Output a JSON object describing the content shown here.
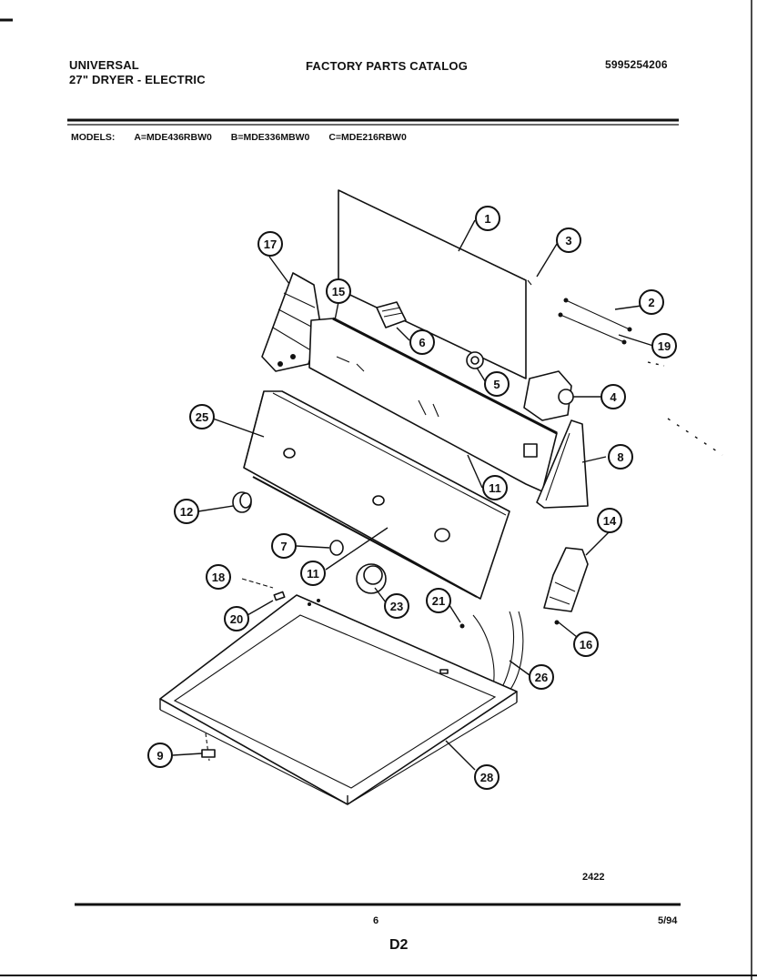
{
  "header": {
    "brand": "UNIVERSAL",
    "product": "27\" DRYER - ELECTRIC",
    "catalog_title": "FACTORY PARTS CATALOG",
    "catalog_number": "5995254206"
  },
  "models": {
    "label": "MODELS:",
    "a": "A=MDE436RBW0",
    "b": "B=MDE336MBW0",
    "c": "C=MDE216RBW0"
  },
  "callouts": [
    {
      "id": "c1",
      "label": "1"
    },
    {
      "id": "c2",
      "label": "2"
    },
    {
      "id": "c3",
      "label": "3"
    },
    {
      "id": "c4",
      "label": "4"
    },
    {
      "id": "c5",
      "label": "5"
    },
    {
      "id": "c6",
      "label": "6"
    },
    {
      "id": "c7",
      "label": "7"
    },
    {
      "id": "c8",
      "label": "8"
    },
    {
      "id": "c9",
      "label": "9"
    },
    {
      "id": "c11a",
      "label": "11"
    },
    {
      "id": "c11b",
      "label": "11"
    },
    {
      "id": "c12",
      "label": "12"
    },
    {
      "id": "c14",
      "label": "14"
    },
    {
      "id": "c15",
      "label": "15"
    },
    {
      "id": "c16",
      "label": "16"
    },
    {
      "id": "c17",
      "label": "17"
    },
    {
      "id": "c18",
      "label": "18"
    },
    {
      "id": "c19",
      "label": "19"
    },
    {
      "id": "c20",
      "label": "20"
    },
    {
      "id": "c21",
      "label": "21"
    },
    {
      "id": "c23",
      "label": "23"
    },
    {
      "id": "c25",
      "label": "25"
    },
    {
      "id": "c26",
      "label": "26"
    },
    {
      "id": "c28",
      "label": "28"
    }
  ],
  "footer": {
    "drawing_code": "2422",
    "page_number": "6",
    "date": "5/94",
    "section": "D2"
  }
}
